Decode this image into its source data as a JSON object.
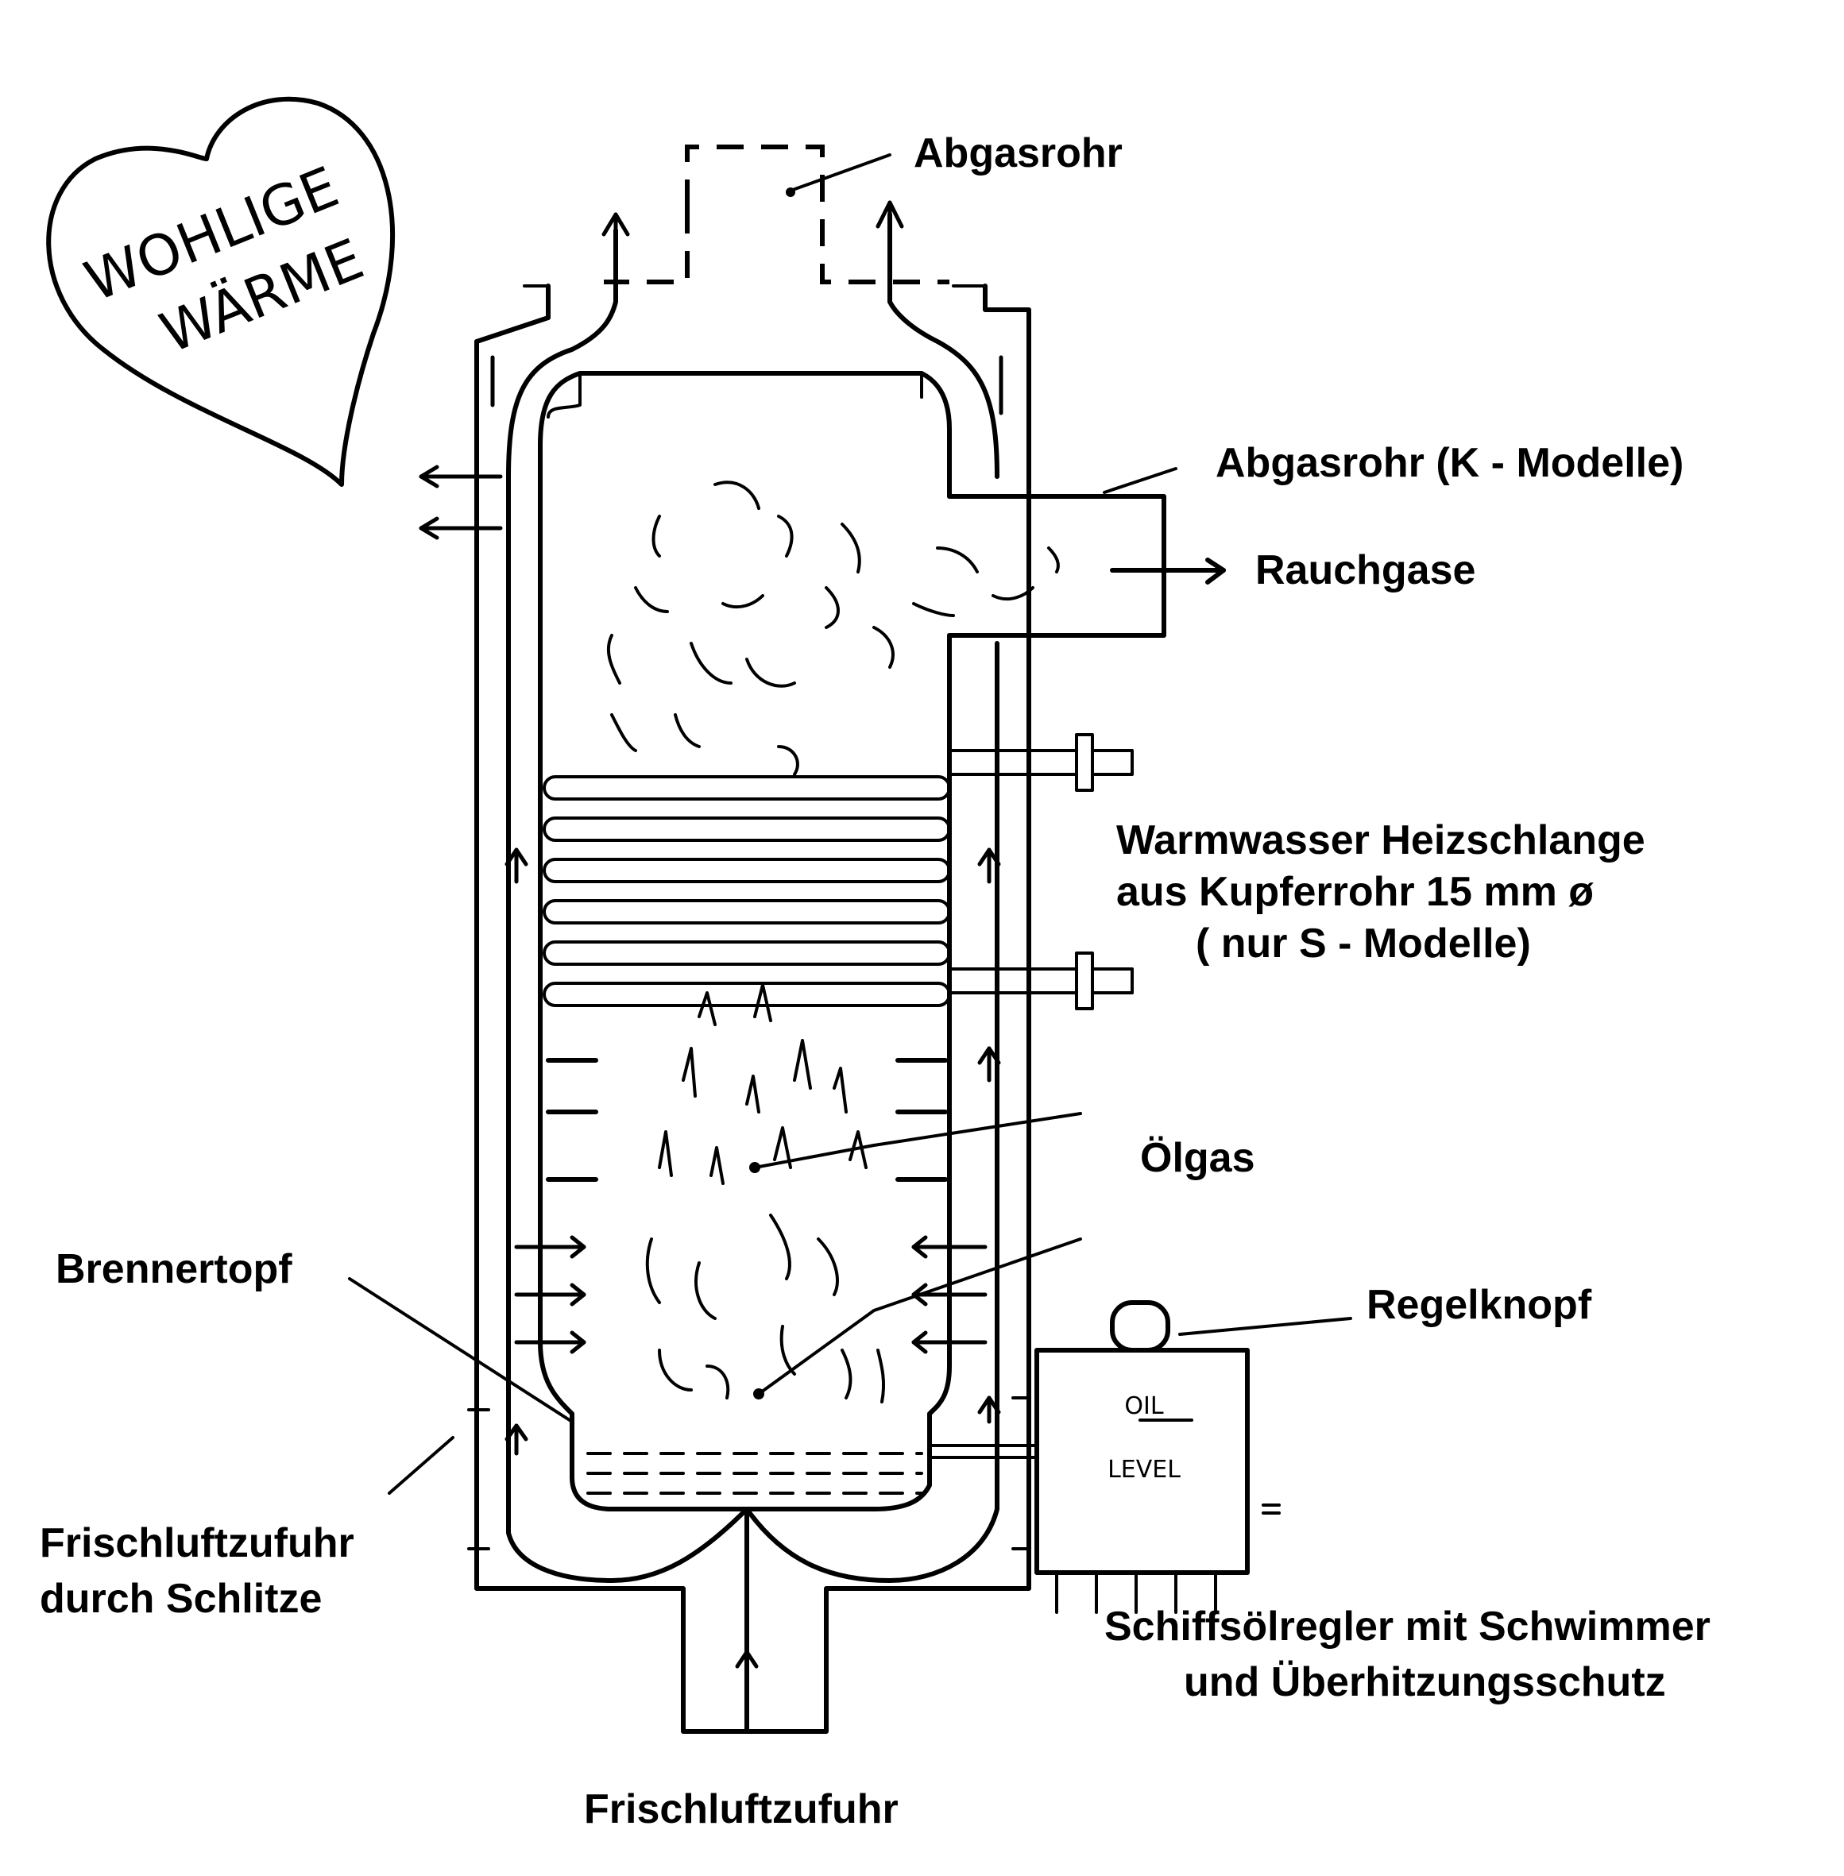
{
  "heart": {
    "line1": "WOHLIGE",
    "line2": "WÄRME"
  },
  "labels": {
    "abgasrohr": "Abgasrohr",
    "abgasrohr_k": "Abgasrohr (K - Modelle)",
    "rauchgase": "Rauchgase",
    "heizschlange_1": "Warmwasser  Heizschlange",
    "heizschlange_2": "aus Kupferrohr  15 mm ø",
    "heizschlange_3": "( nur S - Modelle)",
    "oelgas": "Ölgas",
    "brennertopf": "Brennertopf",
    "regelknopf": "Regelknopf",
    "frischluft_schlitze_1": "Frischluftzufuhr",
    "frischluft_schlitze_2": "durch Schlitze",
    "regler_1": "Schiffsölregler mit Schwimmer",
    "regler_2": "und Überhitzungsschutz",
    "frischluftzufuhr": "Frischluftzufuhr"
  },
  "regulator_box": {
    "line1": "OIL",
    "line2": "LEVEL"
  }
}
